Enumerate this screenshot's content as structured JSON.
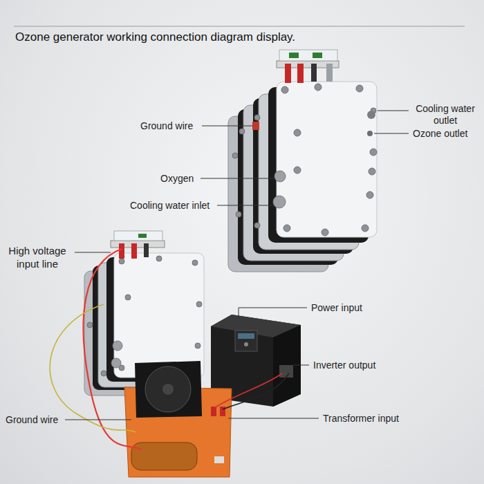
{
  "diagram": {
    "title": "Ozone generator working connection diagram display.",
    "labels": [
      "Ground wire",
      "Cooling water outlet",
      "Ozone outlet",
      "Oxygen",
      "Cooling water inlet",
      "High voltage input line",
      "Power input",
      "Inverter output",
      "Ground wire",
      "Transformer input"
    ]
  }
}
